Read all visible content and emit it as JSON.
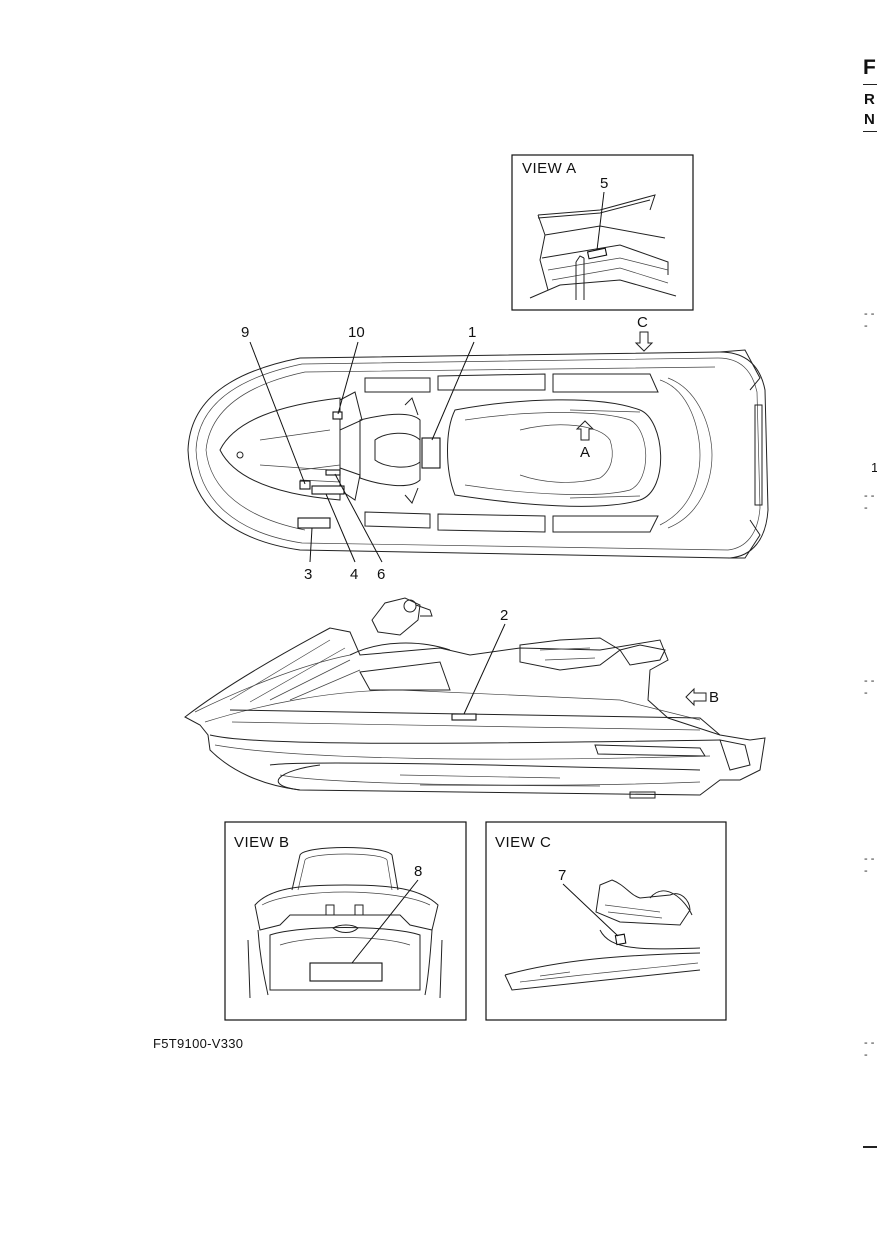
{
  "diagram": {
    "views": {
      "a": "VIEW A",
      "b": "VIEW B",
      "c": "VIEW C"
    },
    "callouts": {
      "c1": "1",
      "c2": "2",
      "c3": "3",
      "c4": "4",
      "c5": "5",
      "c6": "6",
      "c7": "7",
      "c8": "8",
      "c9": "9",
      "c10": "10"
    },
    "arrows": {
      "a": "A",
      "b": "B",
      "c": "C"
    },
    "figure_code": "F5T9100-V330"
  },
  "edge_text": {
    "f": "F",
    "r": "R",
    "n": "N",
    "one": "1"
  }
}
